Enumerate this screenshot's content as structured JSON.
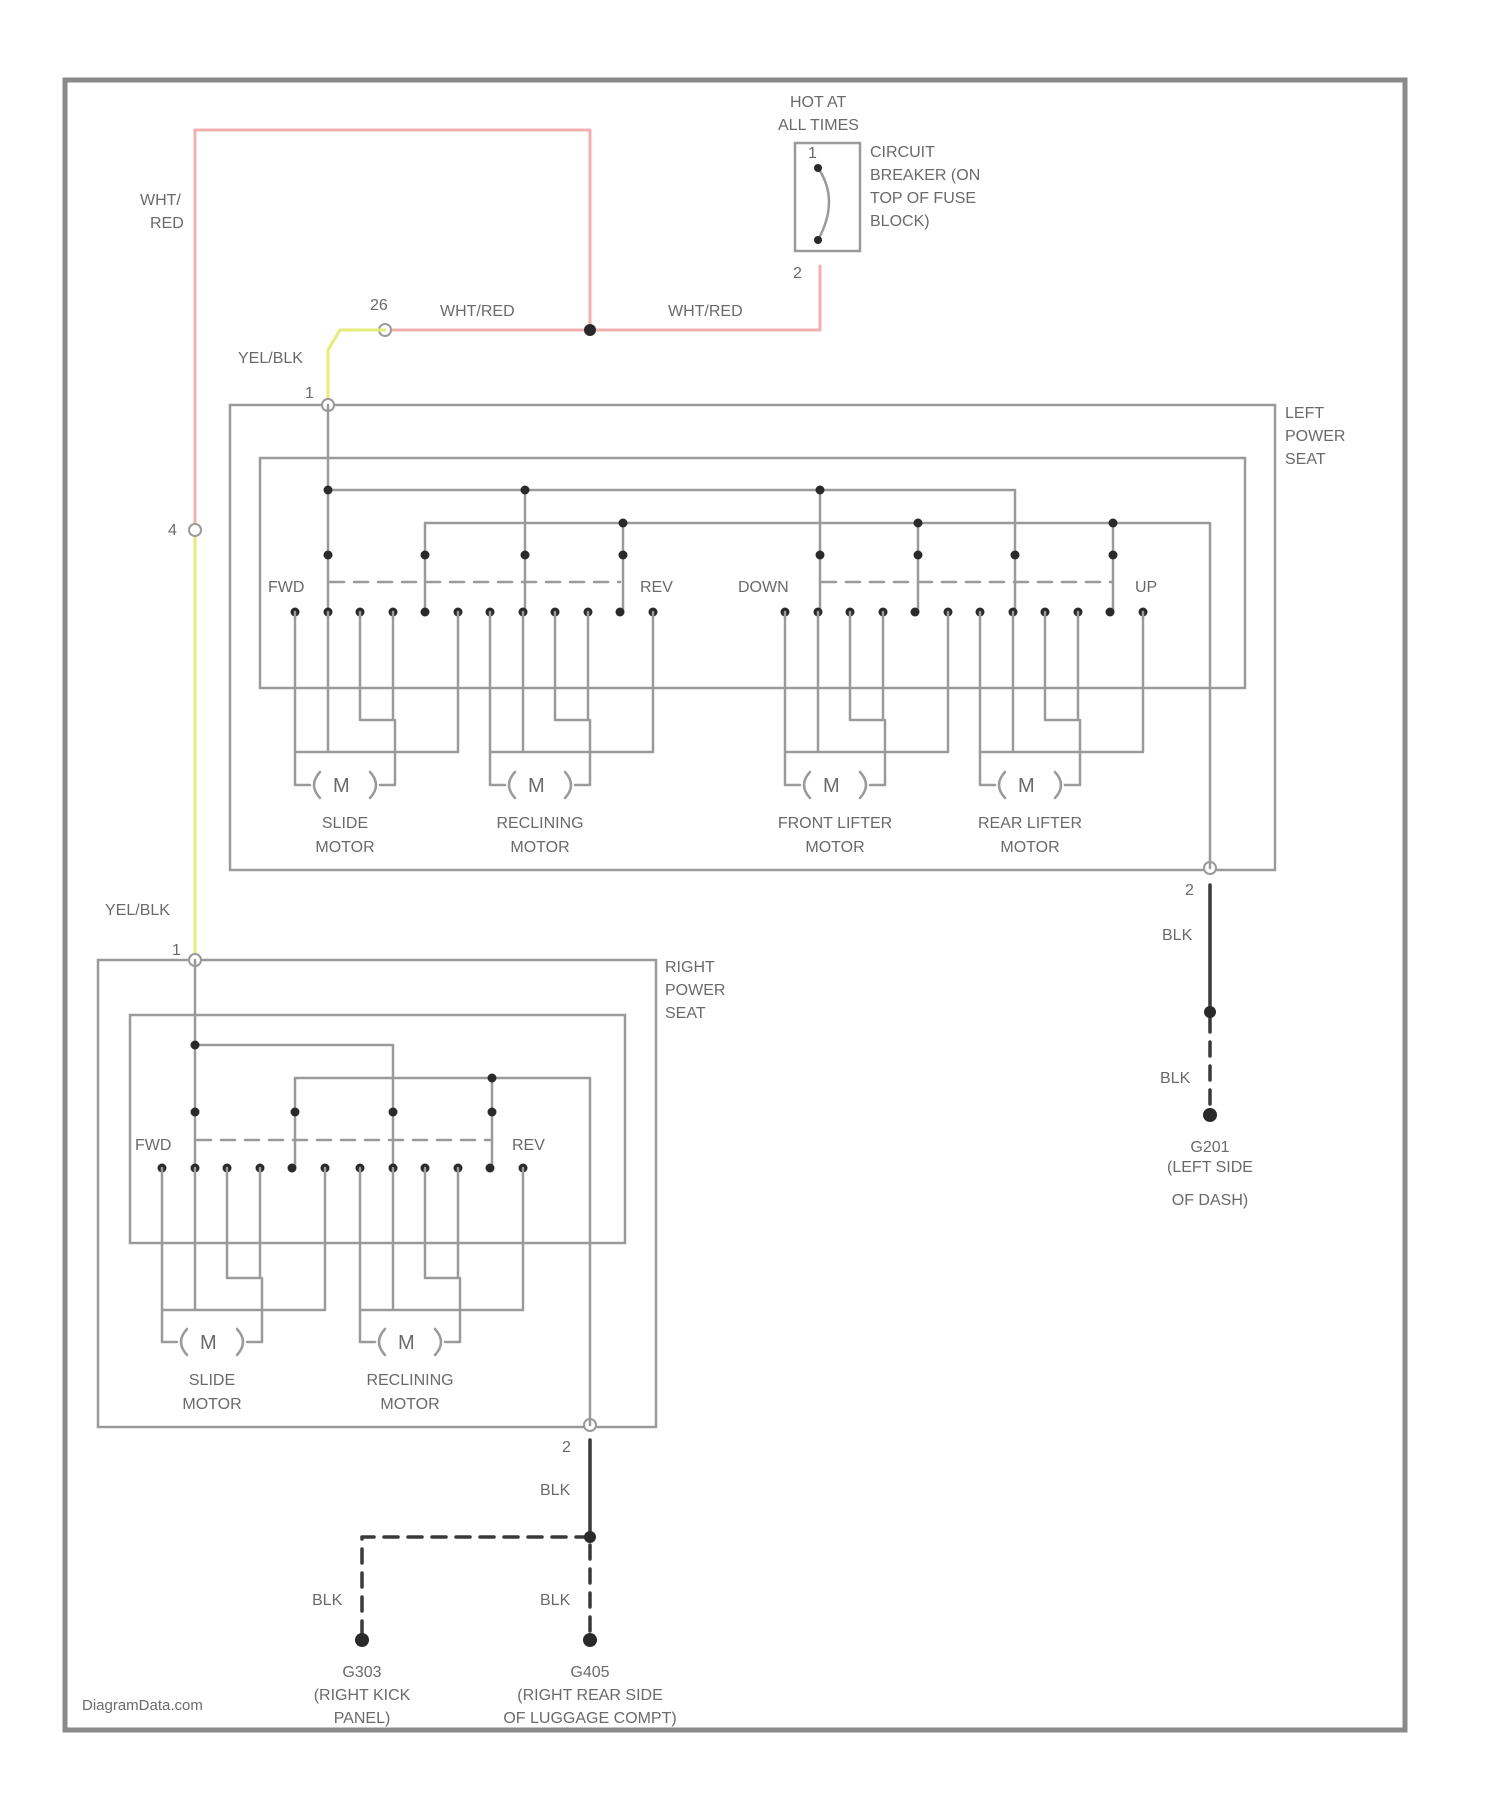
{
  "power": {
    "hot_line1": "HOT AT",
    "hot_line2": "ALL TIMES",
    "cb_lines": [
      "CIRCUIT",
      "BREAKER (ON",
      "TOP OF FUSE",
      "BLOCK)"
    ],
    "cb_pin_top": "1",
    "cb_pin_bottom": "2"
  },
  "wires": {
    "wht_red_1": "WHT/RED",
    "wht_red_2": "WHT/RED",
    "wht_red_v1": "WHT/",
    "wht_red_v2": "RED",
    "yel_blk_1": "YEL/BLK",
    "yel_blk_2": "YEL/BLK",
    "blk": [
      "BLK",
      "BLK",
      "BLK",
      "BLK",
      "BLK"
    ],
    "connector_26": "26",
    "connector_4": "4"
  },
  "left_seat": {
    "title": [
      "LEFT",
      "POWER",
      "SEAT"
    ],
    "pin_in": "1",
    "pin_out": "2",
    "switch_labels": [
      "FWD",
      "REV",
      "DOWN",
      "UP"
    ],
    "motors": [
      {
        "symbol": "M",
        "name1": "SLIDE",
        "name2": "MOTOR"
      },
      {
        "symbol": "M",
        "name1": "RECLINING",
        "name2": "MOTOR"
      },
      {
        "symbol": "M",
        "name1": "FRONT LIFTER",
        "name2": "MOTOR"
      },
      {
        "symbol": "M",
        "name1": "REAR LIFTER",
        "name2": "MOTOR"
      }
    ]
  },
  "right_seat": {
    "title": [
      "RIGHT",
      "POWER",
      "SEAT"
    ],
    "pin_in": "1",
    "pin_out": "2",
    "switch_labels": [
      "FWD",
      "REV"
    ],
    "motors": [
      {
        "symbol": "M",
        "name1": "SLIDE",
        "name2": "MOTOR"
      },
      {
        "symbol": "M",
        "name1": "RECLINING",
        "name2": "MOTOR"
      }
    ]
  },
  "grounds": [
    {
      "id": "G201",
      "desc1": "(LEFT SIDE",
      "desc2": "OF DASH)"
    },
    {
      "id": "G303",
      "desc1": "(RIGHT KICK",
      "desc2": "PANEL)"
    },
    {
      "id": "G405",
      "desc1": "(RIGHT REAR SIDE",
      "desc2": "OF LUGGAGE COMPT)"
    }
  ],
  "watermark": "DiagramData.com",
  "colors": {
    "wht_red": "#f0b0b0",
    "yel_blk": "#e6ec7a",
    "gray": "#9a9a9a"
  }
}
